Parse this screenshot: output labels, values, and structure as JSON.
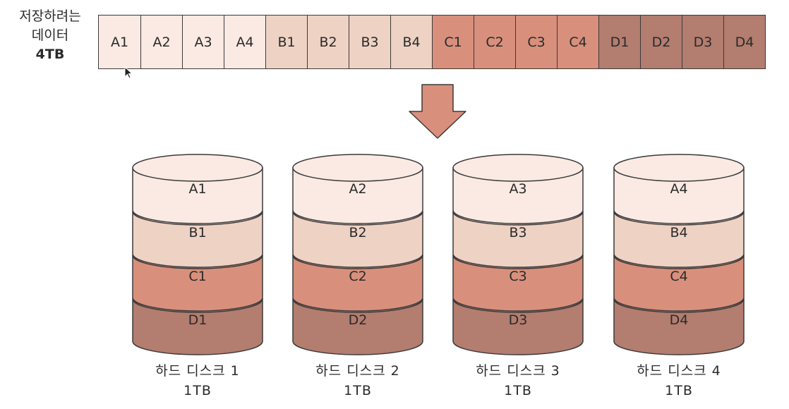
{
  "input_label": {
    "line1": "저장하려는",
    "line2": "데이터",
    "size": "4TB"
  },
  "data_bar": {
    "cells": [
      {
        "label": "A1",
        "group": "a"
      },
      {
        "label": "A2",
        "group": "a"
      },
      {
        "label": "A3",
        "group": "a"
      },
      {
        "label": "A4",
        "group": "a"
      },
      {
        "label": "B1",
        "group": "b"
      },
      {
        "label": "B2",
        "group": "b"
      },
      {
        "label": "B3",
        "group": "b"
      },
      {
        "label": "B4",
        "group": "b"
      },
      {
        "label": "C1",
        "group": "c"
      },
      {
        "label": "C2",
        "group": "c"
      },
      {
        "label": "C3",
        "group": "c"
      },
      {
        "label": "C4",
        "group": "c"
      },
      {
        "label": "D1",
        "group": "d"
      },
      {
        "label": "D2",
        "group": "d"
      },
      {
        "label": "D3",
        "group": "d"
      },
      {
        "label": "D4",
        "group": "d"
      }
    ]
  },
  "colors": {
    "a": "#faeae3",
    "b": "#eed2c4",
    "c": "#d8907c",
    "d": "#b37d6f",
    "arrow": "#d8907c",
    "stroke": "#3a3a3a"
  },
  "disks": [
    {
      "blocks": [
        "A1",
        "B1",
        "C1",
        "D1"
      ],
      "name": "하드 디스크 1",
      "capacity": "1TB"
    },
    {
      "blocks": [
        "A2",
        "B2",
        "C2",
        "D2"
      ],
      "name": "하드 디스크 2",
      "capacity": "1TB"
    },
    {
      "blocks": [
        "A3",
        "B3",
        "C3",
        "D3"
      ],
      "name": "하드 디스크 3",
      "capacity": "1TB"
    },
    {
      "blocks": [
        "A4",
        "B4",
        "C4",
        "D4"
      ],
      "name": "하드 디스크 4",
      "capacity": "1TB"
    }
  ]
}
